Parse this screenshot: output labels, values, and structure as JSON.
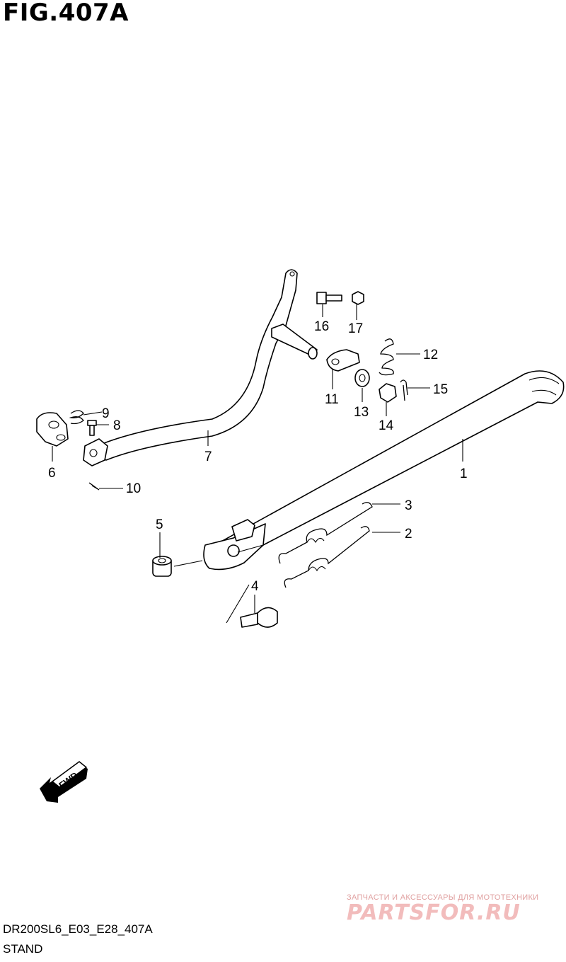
{
  "figure": {
    "title": "FIG.407A"
  },
  "callouts": [
    {
      "number": "1"
    },
    {
      "number": "2"
    },
    {
      "number": "3"
    },
    {
      "number": "4"
    },
    {
      "number": "5"
    },
    {
      "number": "6"
    },
    {
      "number": "7"
    },
    {
      "number": "8"
    },
    {
      "number": "9"
    },
    {
      "number": "10"
    },
    {
      "number": "11"
    },
    {
      "number": "12"
    },
    {
      "number": "13"
    },
    {
      "number": "14"
    },
    {
      "number": "15"
    },
    {
      "number": "16"
    },
    {
      "number": "17"
    }
  ],
  "fwd_label": "FWD",
  "watermark": {
    "tagline": "ЗАПЧАСТИ И АКСЕССУАРЫ ДЛЯ МОТОТЕХНИКИ",
    "brand": "PARTSFOR.RU"
  },
  "footer": {
    "code": "DR200SL6_E03_E28_407A",
    "name": "STAND"
  }
}
